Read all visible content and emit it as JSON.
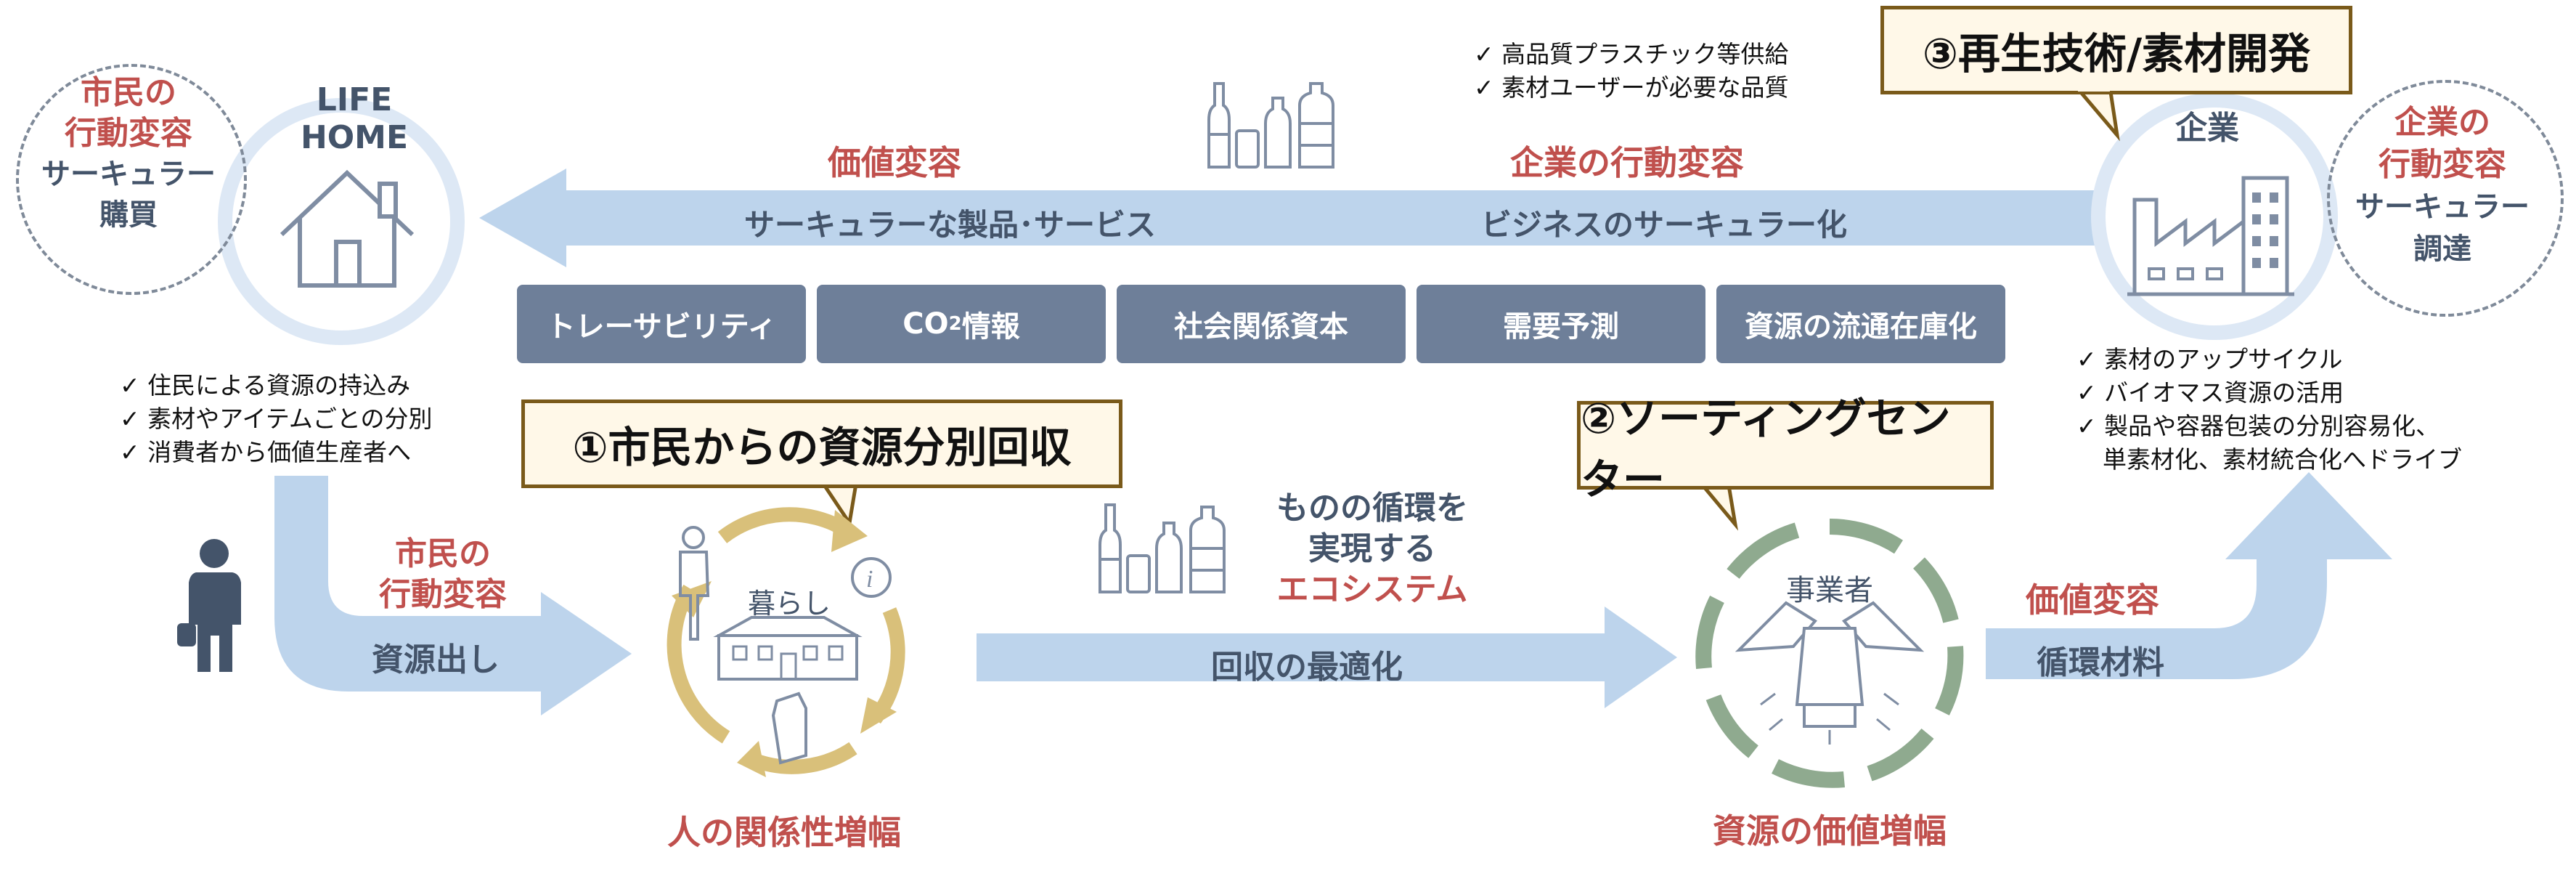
{
  "colors": {
    "red": "#c0504d",
    "slate": "#44546a",
    "arrow": "#bdd4ec",
    "tag_bg": "#6e7f99",
    "callout_border": "#7a5a1a",
    "gold": "#d9c07a",
    "green": "#8faa8f"
  },
  "left_badge": {
    "line1": "市民の",
    "line2": "行動変容",
    "line3": "サーキュラー",
    "line4": "購買"
  },
  "life_home": {
    "line1": "LIFE",
    "line2": "HOME"
  },
  "right_badge": {
    "line1": "企業の",
    "line2": "行動変容",
    "line3": "サーキュラー",
    "line4": "調達"
  },
  "company_label": "企業",
  "top_notes": [
    "高品質プラスチック等供給",
    "素材ユーザーが必要な品質"
  ],
  "callout3": "③再生技術/素材開発",
  "top_arrow": {
    "left_red": "価値変容",
    "right_red": "企業の行動変容",
    "left_text": "サーキュラーな製品･サービス",
    "right_text": "ビジネスのサーキュラー化"
  },
  "tags": [
    "トレーサビリティ",
    "CO",
    "情報",
    "社会関係資本",
    "需要予測",
    "資源の流通在庫化"
  ],
  "co2_sub": "2",
  "left_checks": [
    "住民による資源の持込み",
    "素材やアイテムごとの分別",
    "消費者から価値生産者へ"
  ],
  "right_checks": [
    "素材のアップサイクル",
    "バイオマス資源の活用",
    "製品や容器包装の分別容易化、",
    "単素材化、素材統合化へドライブ"
  ],
  "callout1": "①市民からの資源分別回収",
  "callout2": "②ソーティングセンター",
  "citizen_arrow": {
    "red1": "市民の",
    "red2": "行動変容",
    "text": "資源出し"
  },
  "cycle_label": "暮らし",
  "cycle_caption": "人の関係性増幅",
  "ecosystem": {
    "line1": "ものの循環を",
    "line2": "実現する",
    "line3": "エコシステム"
  },
  "middle_arrow_text": "回収の最適化",
  "business_label": "事業者",
  "business_caption": "資源の価値増幅",
  "right_arrow": {
    "red": "価値変容",
    "text": "循環材料"
  },
  "check_mark": "✓"
}
